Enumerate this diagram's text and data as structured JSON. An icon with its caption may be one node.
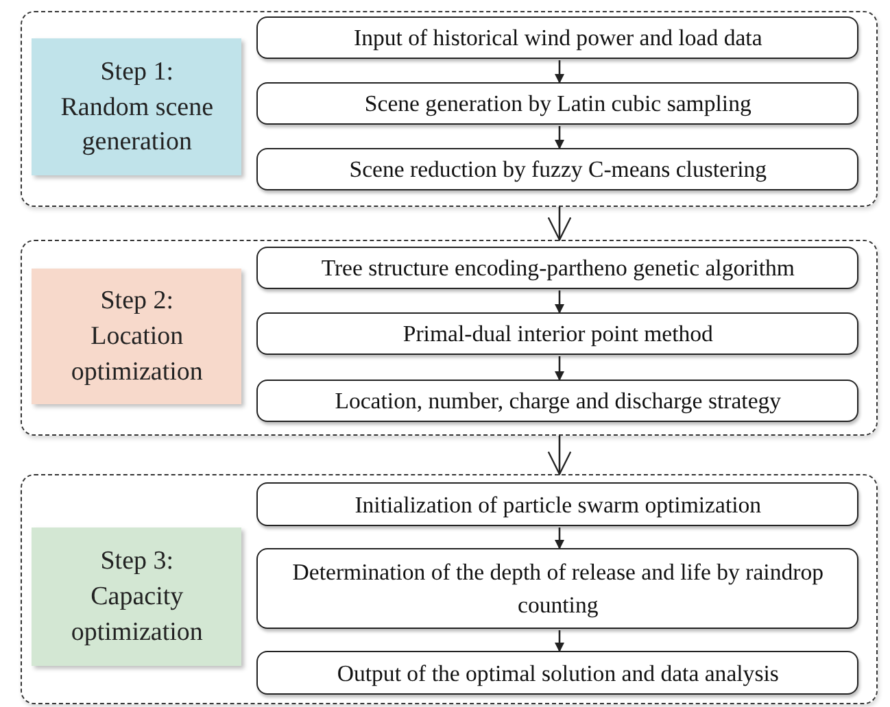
{
  "diagram": {
    "nodes": [
      {
        "text": [],
        "shape": "box"
      },
      {
        "text": [
          "Step 1: Random scene generation"
        ],
        "in": 0
      },
      {
        "text": [
          "Input of historical wind power and load data"
        ],
        "in": 0
      },
      {
        "text": [
          "Scene generation by Latin cubic sampling"
        ],
        "in": 0
      },
      {
        "text": [
          "Scene reduction by fuzzy C-means clustering"
        ],
        "in": 0
      },
      {
        "text": [],
        "shape": "box"
      },
      {
        "text": [
          "Step 2: Location optimization"
        ],
        "in": 5
      },
      {
        "text": [
          "Tree structure encoding-partheno genetic algorithm"
        ],
        "in": 5
      },
      {
        "text": [
          "Primal-dual interior point method"
        ],
        "in": 5
      },
      {
        "text": [
          "Location, number, charge and discharge strategy"
        ],
        "in": 5
      },
      {
        "text": [],
        "shape": "box"
      },
      {
        "text": [
          "Step 3: Capacity optimization"
        ],
        "in": 10
      },
      {
        "text": [
          "Initialization of particle swarm optimization"
        ],
        "in": 10
      },
      {
        "text": [
          "Determination of the depth of release and life by raindrop counting"
        ],
        "in": 10
      },
      {
        "text": [
          "Output of the optimal solution and data analysis"
        ],
        "in": 10
      }
    ],
    "edges": [
      {
        "from": 2,
        "to": 3,
        "arrow": "to"
      },
      {
        "from": 3,
        "to": 4,
        "arrow": "to"
      },
      {
        "from": 0,
        "to": 5,
        "arrow": "to"
      },
      {
        "from": 7,
        "to": 8,
        "arrow": "to"
      },
      {
        "from": 8,
        "to": 9,
        "arrow": "to"
      },
      {
        "from": 5,
        "to": 10,
        "arrow": "to"
      },
      {
        "from": 12,
        "to": 13,
        "arrow": "to"
      },
      {
        "from": 13,
        "to": 14,
        "arrow": "to"
      }
    ]
  }
}
